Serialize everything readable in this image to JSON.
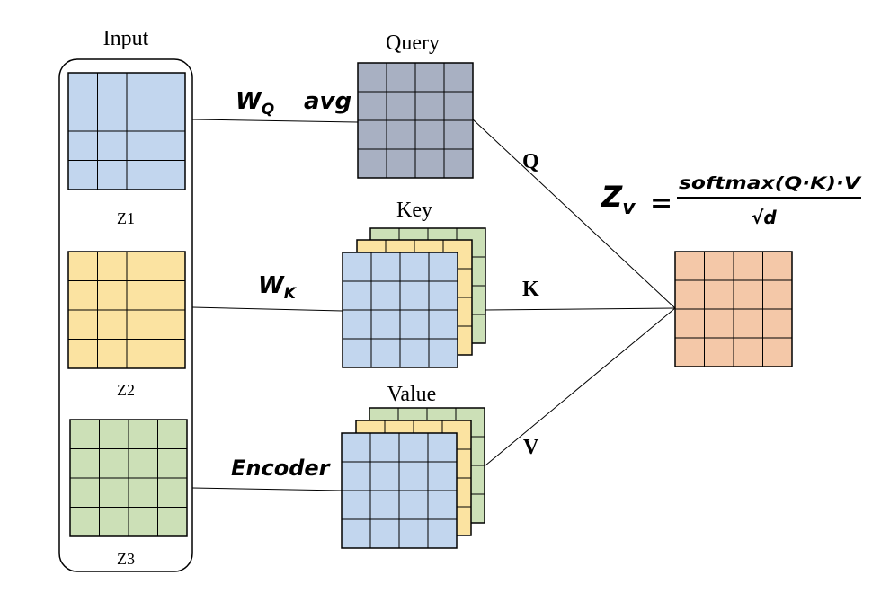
{
  "input": {
    "title": "Input",
    "z1": "Z1",
    "z2": "Z2",
    "z3": "Z3"
  },
  "blocks": {
    "query": "Query",
    "key": "Key",
    "value": "Value"
  },
  "edges": {
    "wq": {
      "main": "W",
      "sub": "Q"
    },
    "avg": "avg",
    "wk": {
      "main": "W",
      "sub": "K"
    },
    "encoder": "Encoder",
    "q": "Q",
    "k": "K",
    "v": "V"
  },
  "formula": {
    "lhs": "Z",
    "lhs_sub": "v",
    "eq": "=",
    "numerator": "softmax(Q·K)·V",
    "denominator_root": "√",
    "denominator": "d"
  },
  "colors": {
    "blue": "#c2d6ee",
    "yellow": "#fbe3a1",
    "green": "#cce0b7",
    "gray": "#a8b0c2",
    "salmon": "#f4c8a8",
    "line": "#000000"
  }
}
